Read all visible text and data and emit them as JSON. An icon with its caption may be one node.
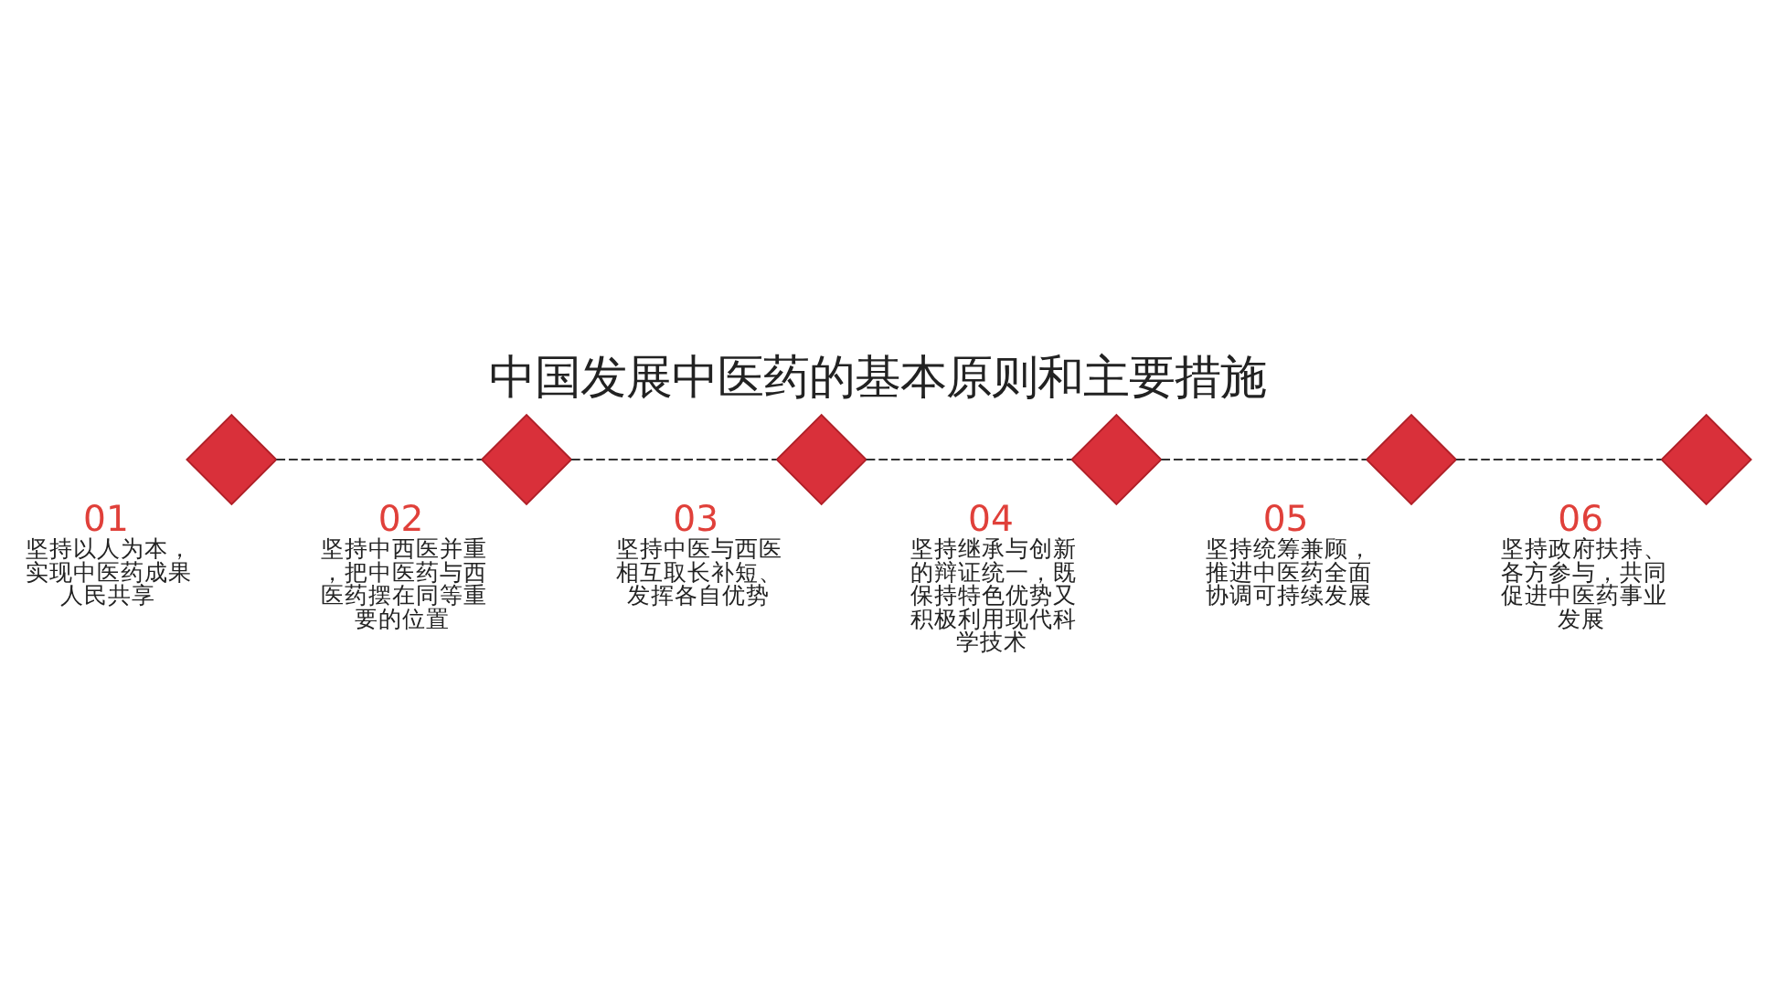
{
  "diagram": {
    "title": "中国发展中医药的基本原则和主要措施",
    "nodes": [
      {
        "text": [],
        "shape": "diamond",
        "beside": [
          "01",
          "坚持以人为本，实现中医药成果人民共享"
        ]
      },
      {
        "text": [],
        "shape": "diamond",
        "beside": [
          "02",
          "坚持中西医并重，把中医药与西医药摆在同等重要的位置"
        ]
      },
      {
        "text": [],
        "shape": "diamond",
        "beside": [
          "03",
          "坚持中医与西医相互取长补短、发挥各自优势"
        ]
      },
      {
        "text": [],
        "shape": "diamond",
        "beside": [
          "04",
          "坚持继承与创新的辩证统一，既保持特色优势又积极利用现代科学技术"
        ]
      },
      {
        "text": [],
        "shape": "diamond",
        "beside": [
          "05",
          "坚持统筹兼顾，推进中医药全面协调可持续发展"
        ]
      },
      {
        "text": [],
        "shape": "diamond",
        "beside": [
          "06",
          "坚持政府扶持、各方参与，共同促进中医药事业发展"
        ]
      }
    ],
    "edges": [
      {
        "from": 0,
        "to": 1,
        "arrow": "none",
        "style": "dashed"
      },
      {
        "from": 1,
        "to": 2,
        "arrow": "none",
        "style": "dashed"
      },
      {
        "from": 2,
        "to": 3,
        "arrow": "none",
        "style": "dashed"
      },
      {
        "from": 3,
        "to": 4,
        "arrow": "none",
        "style": "dashed"
      },
      {
        "from": 4,
        "to": 5,
        "arrow": "none",
        "style": "dashed"
      }
    ]
  }
}
